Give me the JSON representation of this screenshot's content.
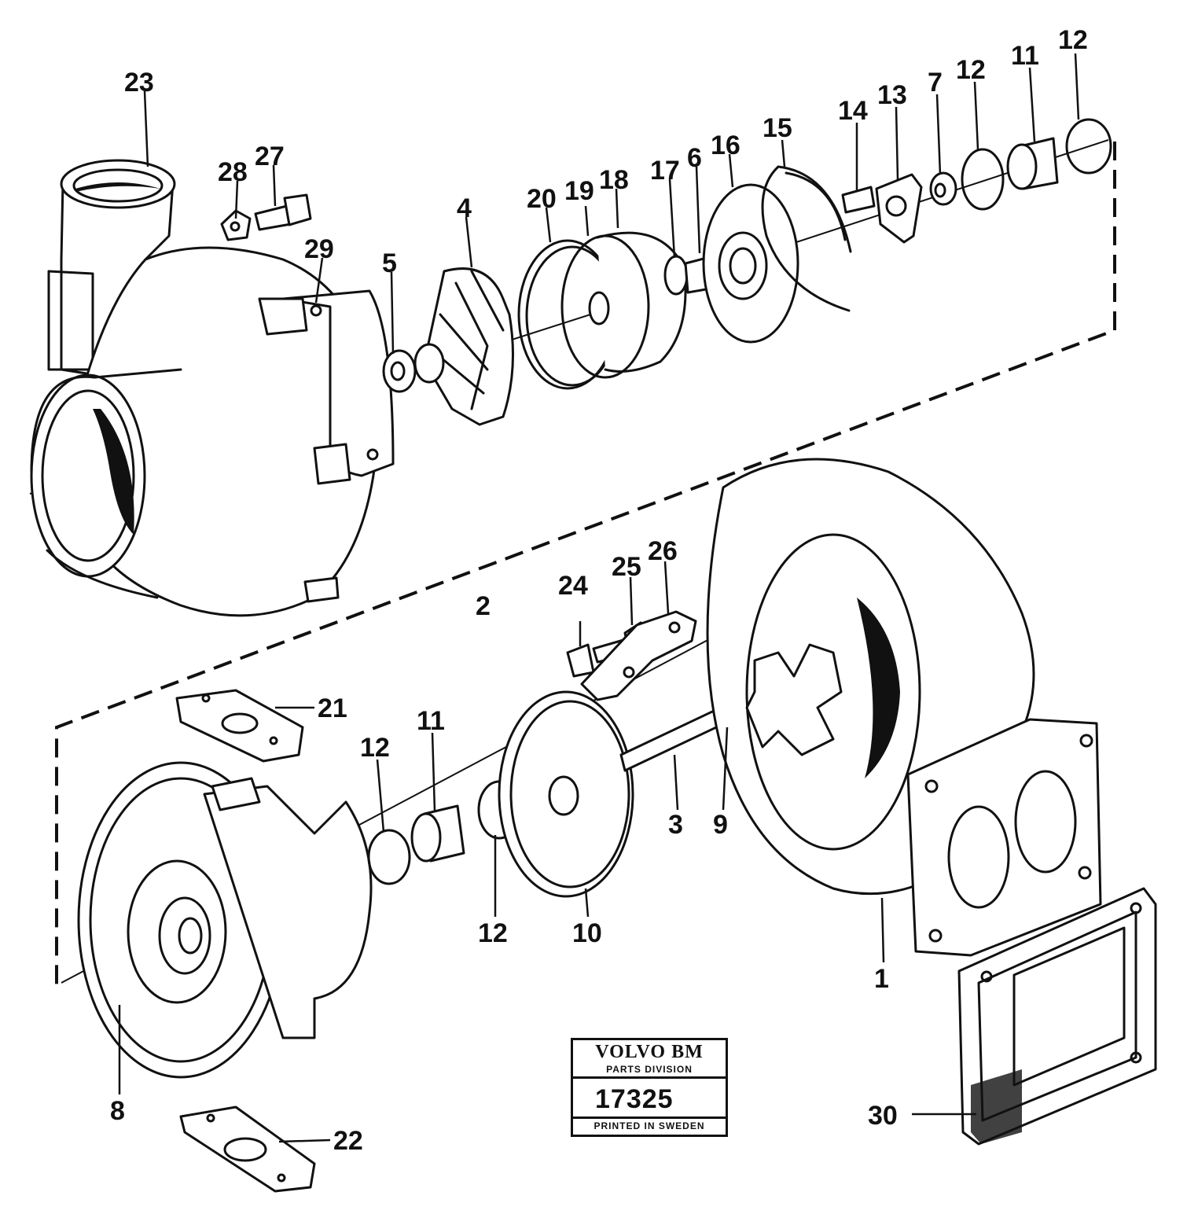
{
  "diagram": {
    "part_labels": {
      "l23": "23",
      "l28": "28",
      "l27": "27",
      "l29": "29",
      "l5": "5",
      "l4": "4",
      "l20": "20",
      "l19": "19",
      "l18": "18",
      "l17": "17",
      "l6": "6",
      "l16": "16",
      "l15": "15",
      "l14": "14",
      "l13": "13",
      "l7": "7",
      "l12a": "12",
      "l11a": "11",
      "l12b": "12",
      "l2": "2",
      "l24": "24",
      "l25": "25",
      "l26": "26",
      "l21": "21",
      "l12c": "12",
      "l11b": "11",
      "l3": "3",
      "l9": "9",
      "l12d": "12",
      "l10": "10",
      "l1": "1",
      "l8": "8",
      "l22": "22",
      "l30": "30"
    }
  },
  "stamp": {
    "brand": "VOLVO BM",
    "division": "PARTS DIVISION",
    "number": "17325",
    "footer": "PRINTED IN SWEDEN"
  }
}
